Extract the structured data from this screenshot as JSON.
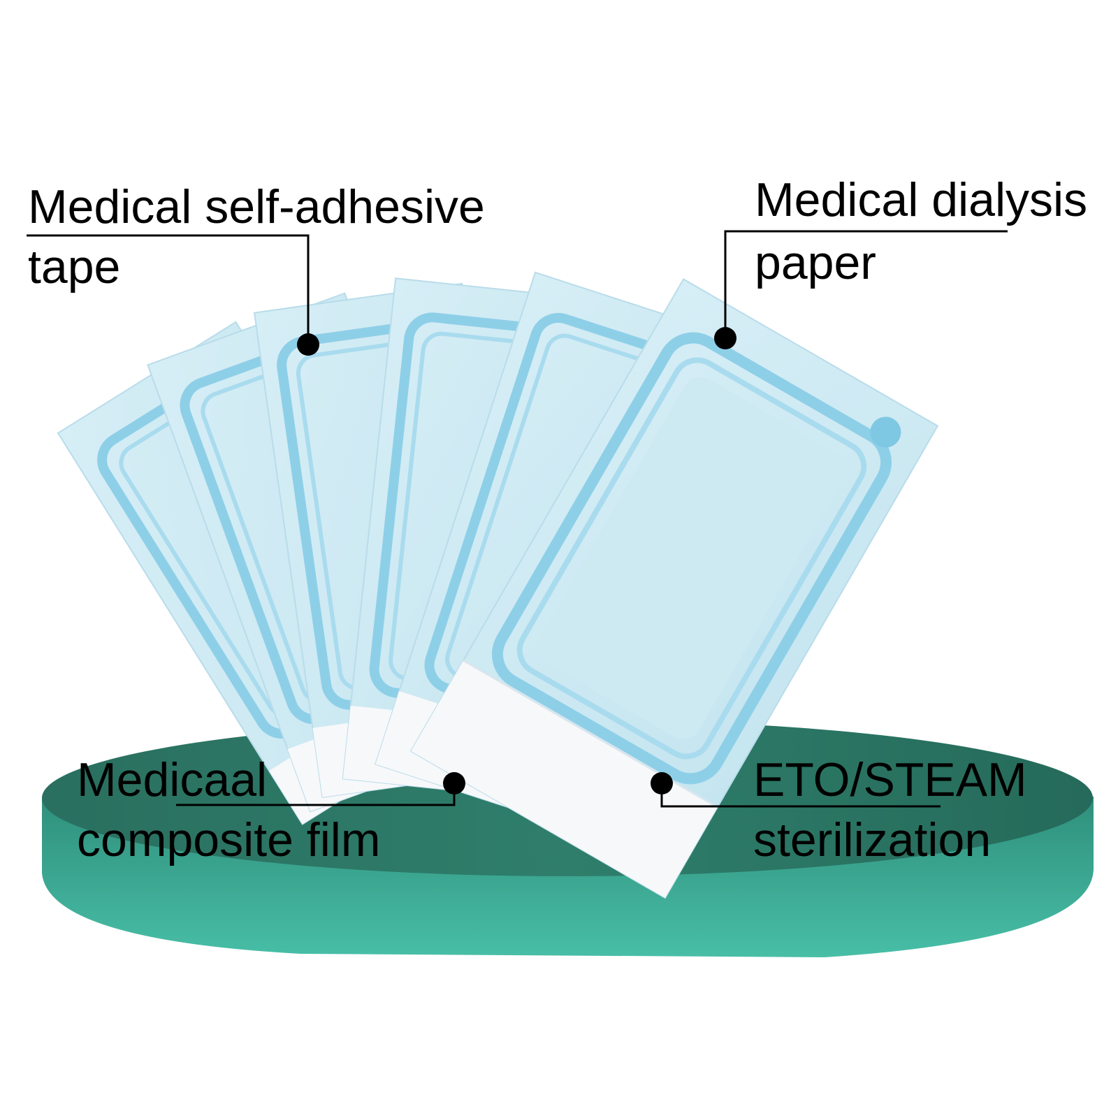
{
  "image": {
    "colors": {
      "background": "#ffffff",
      "platform_top": "#2e7a68",
      "platform_side": "#3fae98",
      "pouch_paper": "#cfeaf3",
      "pouch_print": "#8ecfe8",
      "pouch_seal_film": "#f7f8fa",
      "callout_line": "#000000"
    },
    "callouts": [
      {
        "id": "tape",
        "lines": [
          "Medical self-adhesive",
          "tape"
        ]
      },
      {
        "id": "paper",
        "lines": [
          "Medical dialysis",
          "paper"
        ]
      },
      {
        "id": "film",
        "lines": [
          "Medicaal",
          "composite film"
        ]
      },
      {
        "id": "sterilization",
        "lines": [
          "ETO/STEAM",
          "sterilization"
        ]
      }
    ]
  }
}
